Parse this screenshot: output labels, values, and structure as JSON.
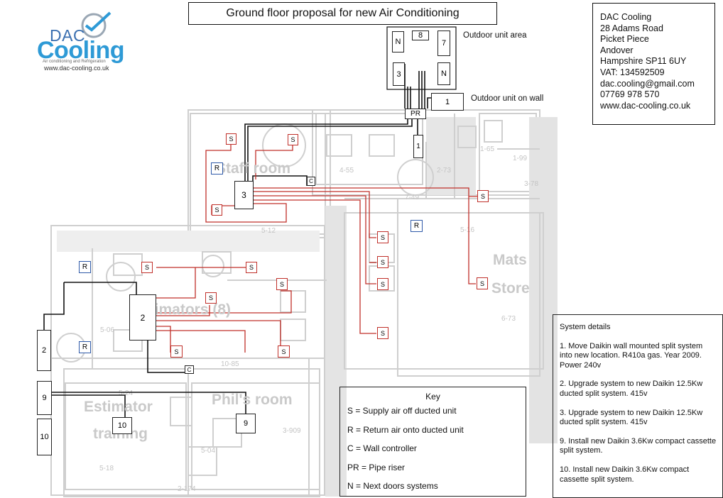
{
  "title": "Ground floor proposal for new Air Conditioning",
  "logo": {
    "brand_top": "DAC",
    "brand_main": "Cooling",
    "tagline": "Air conditioning and Refrigeration",
    "website": "www.dac-cooling.co.uk"
  },
  "address": {
    "lines": [
      "DAC Cooling",
      "28 Adams Road",
      "Picket Piece",
      "Andover",
      "Hampshire SP11 6UY",
      "VAT: 134592509",
      "dac.cooling@gmail.com",
      "07769 978 570",
      "www.dac-cooling.co.uk"
    ]
  },
  "labels": {
    "outdoor_area": "Outdoor unit area",
    "outdoor_wall": "Outdoor unit on wall"
  },
  "rooms": {
    "staff": "Staff room",
    "mats": "Mats",
    "store": "Store",
    "estimators": "Estimators (8)",
    "estimator": "Estimator",
    "training": "training",
    "phils": "Phil's room"
  },
  "dims": [
    "4-55",
    "7-49",
    "5-12",
    "5-16",
    "5-06",
    "10-85",
    "6-73",
    "3-78",
    "2-73",
    "1-65",
    "1-99",
    "3-909",
    "5-04",
    "5-18",
    "5-24",
    "2-174"
  ],
  "units": {
    "N": "N",
    "8": "8",
    "7": "7",
    "3": "3",
    "PR": "PR",
    "1": "1",
    "2": "2",
    "9": "9",
    "10": "10",
    "S": "S",
    "R": "R",
    "C": "C"
  },
  "key": {
    "heading": "Key",
    "items": [
      "S = Supply air off ducted unit",
      "R = Return air onto ducted unit",
      "C = Wall controller",
      "PR = Pipe riser",
      "N = Next doors systems"
    ]
  },
  "system_details": {
    "heading": "System details",
    "items": [
      "1. Move Daikin wall mounted split system into new location. R410a gas. Year 2009. Power 240v",
      "2. Upgrade system to new Daikin 12.5Kw ducted split system. 415v",
      "3. Upgrade system to new Daikin 12.5Kw ducted split system. 415v",
      "9. Install new Daikin 3.6Kw compact cassette split system.",
      "10. Install new Daikin 3.6Kw compact cassette split system."
    ]
  },
  "colors": {
    "duct": "#c0302a",
    "pipe": "#111111",
    "return_box": "#2f5aa8",
    "faded_plan": "#cfcfcf",
    "brand_blue": "#2e9ad6"
  }
}
